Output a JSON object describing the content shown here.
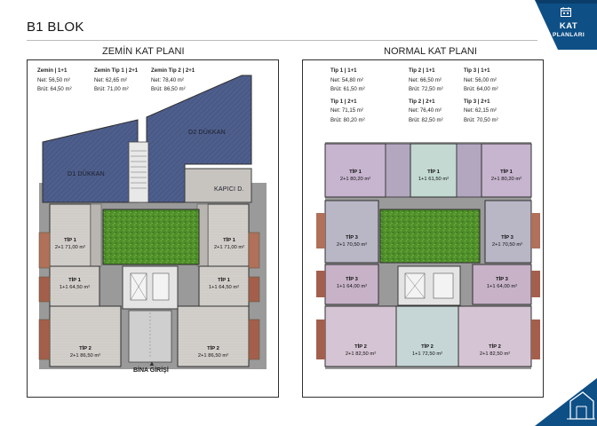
{
  "header": {
    "title": "B1 BLOK"
  },
  "badge": {
    "line1": "KAT",
    "line2": "PLANLARI",
    "icon": "calendar-icon",
    "color": "#0e4f86"
  },
  "logo": {
    "icon": "house-blueprint-icon",
    "color": "#0e4f86"
  },
  "ground": {
    "title": "ZEMİN KAT PLANI",
    "info": [
      {
        "type": "Zemin | 1+1",
        "net": "Net: 56,50 m²",
        "brut": "Brüt: 64,50 m²"
      },
      {
        "type": "Zemin Tip 1 | 2+1",
        "net": "Net: 62,65 m²",
        "brut": "Brüt: 71,00 m²"
      },
      {
        "type": "Zemin Tip 2 | 2+1",
        "net": "Net: 78,40 m²",
        "brut": "Brüt: 86,50 m²"
      }
    ],
    "shops": [
      "D1 DÜKKAN",
      "D2 DÜKKAN",
      "KAPICI D."
    ],
    "entrance": "BİNA GİRİŞİ",
    "units": [
      {
        "tip": "TİP 1",
        "area": "2+1 71,00 m²"
      },
      {
        "tip": "TİP 1",
        "area": "2+1 71,00 m²"
      },
      {
        "tip": "TİP 1",
        "area": "1+1 64,50 m²"
      },
      {
        "tip": "TİP 1",
        "area": "1+1 64,50 m²"
      },
      {
        "tip": "TİP 2",
        "area": "2+1 86,50 m²"
      },
      {
        "tip": "TİP 2",
        "area": "2+1 86,50 m²"
      }
    ]
  },
  "normal": {
    "title": "NORMAL KAT PLANI",
    "info": [
      {
        "type": "Tip 1 | 1+1",
        "net": "Net: 54,80 m²",
        "brut": "Brüt: 61,50 m²"
      },
      {
        "type": "Tip 2 | 1+1",
        "net": "Net: 66,50 m²",
        "brut": "Brüt: 72,50 m²"
      },
      {
        "type": "Tip 3 | 1+1",
        "net": "Net: 56,00 m²",
        "brut": "Brüt: 64,00 m²"
      },
      {
        "type": "Tip 1 | 2+1",
        "net": "Net: 71,15 m²",
        "brut": "Brüt: 80,20 m²"
      },
      {
        "type": "Tip 2 | 2+1",
        "net": "Net: 76,40 m²",
        "brut": "Brüt: 82,50 m²"
      },
      {
        "type": "Tip 3 | 2+1",
        "net": "Net: 62,15 m²",
        "brut": "Brüt: 70,50 m²"
      }
    ],
    "units": [
      {
        "tip": "TİP 1",
        "area": "2+1 80,20 m²"
      },
      {
        "tip": "TİP 1",
        "area": "1+1 61,50 m²"
      },
      {
        "tip": "TİP 1",
        "area": "2+1 80,20 m²"
      },
      {
        "tip": "TİP 3",
        "area": "2+1 70,50 m²"
      },
      {
        "tip": "TİP 3",
        "area": "2+1 70,50 m²"
      },
      {
        "tip": "TİP 3",
        "area": "1+1 64,00 m²"
      },
      {
        "tip": "TİP 3",
        "area": "1+1 64,00 m²"
      },
      {
        "tip": "TİP 2",
        "area": "2+1 82,50 m²"
      },
      {
        "tip": "TİP 2",
        "area": "1+1 72,50 m²"
      },
      {
        "tip": "TİP 2",
        "area": "2+1 82,50 m²"
      }
    ]
  }
}
